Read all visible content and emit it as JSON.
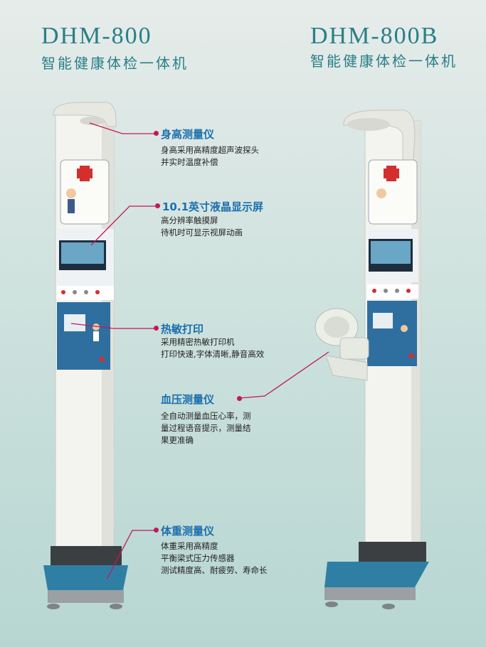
{
  "models": {
    "left": {
      "name": "DHM-800",
      "subtitle": "智能健康体检一体机"
    },
    "right": {
      "name": "DHM-800B",
      "subtitle": "智能健康体检一体机"
    }
  },
  "features": {
    "height": {
      "title": "身高测量仪",
      "lines": [
        "身高采用高精度超声波探头",
        "并实时温度补偿"
      ]
    },
    "screen": {
      "title": "10.1英寸液晶显示屏",
      "lines": [
        "高分辨率触摸屏",
        "待机时可显示视屏动画"
      ]
    },
    "printer": {
      "title": "热敏打印",
      "lines": [
        "采用精密热敏打印机",
        "打印快速,字体清晰,静音高效"
      ]
    },
    "bp": {
      "title": "血压测量仪",
      "lines": [
        "全自动测量血压心率，测",
        "量过程语音提示，测量结",
        "果更准确"
      ]
    },
    "weight": {
      "title": "体重测量仪",
      "lines": [
        "体重采用高精度",
        "平衡梁式压力传感器",
        "测试精度高、耐疲劳、寿命长"
      ]
    }
  },
  "colors": {
    "accent": "#1d6fae",
    "title": "#2a7f88",
    "pointer": "#c2185b",
    "base": "#2f7fa5"
  }
}
